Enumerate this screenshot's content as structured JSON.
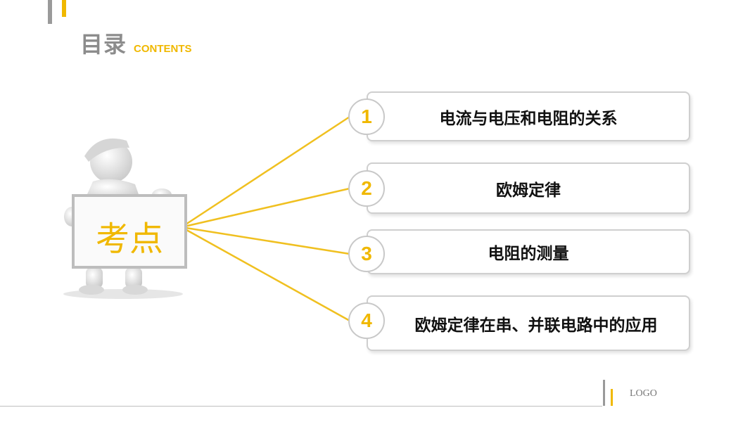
{
  "header": {
    "title": "目录",
    "subtitle": "CONTENTS"
  },
  "colors": {
    "accent": "#f0b800",
    "gray": "#8c8c8c",
    "border": "#cfcfcf"
  },
  "figure": {
    "sign_text": "考点"
  },
  "items": [
    {
      "number": "1",
      "label": "电流与电压和电阻的关系"
    },
    {
      "number": "2",
      "label": "欧姆定律"
    },
    {
      "number": "3",
      "label": "电阻的测量"
    },
    {
      "number": "4",
      "label": "欧姆定律在串、并联电路中的应用"
    }
  ],
  "footer": {
    "logo": "LOGO"
  }
}
